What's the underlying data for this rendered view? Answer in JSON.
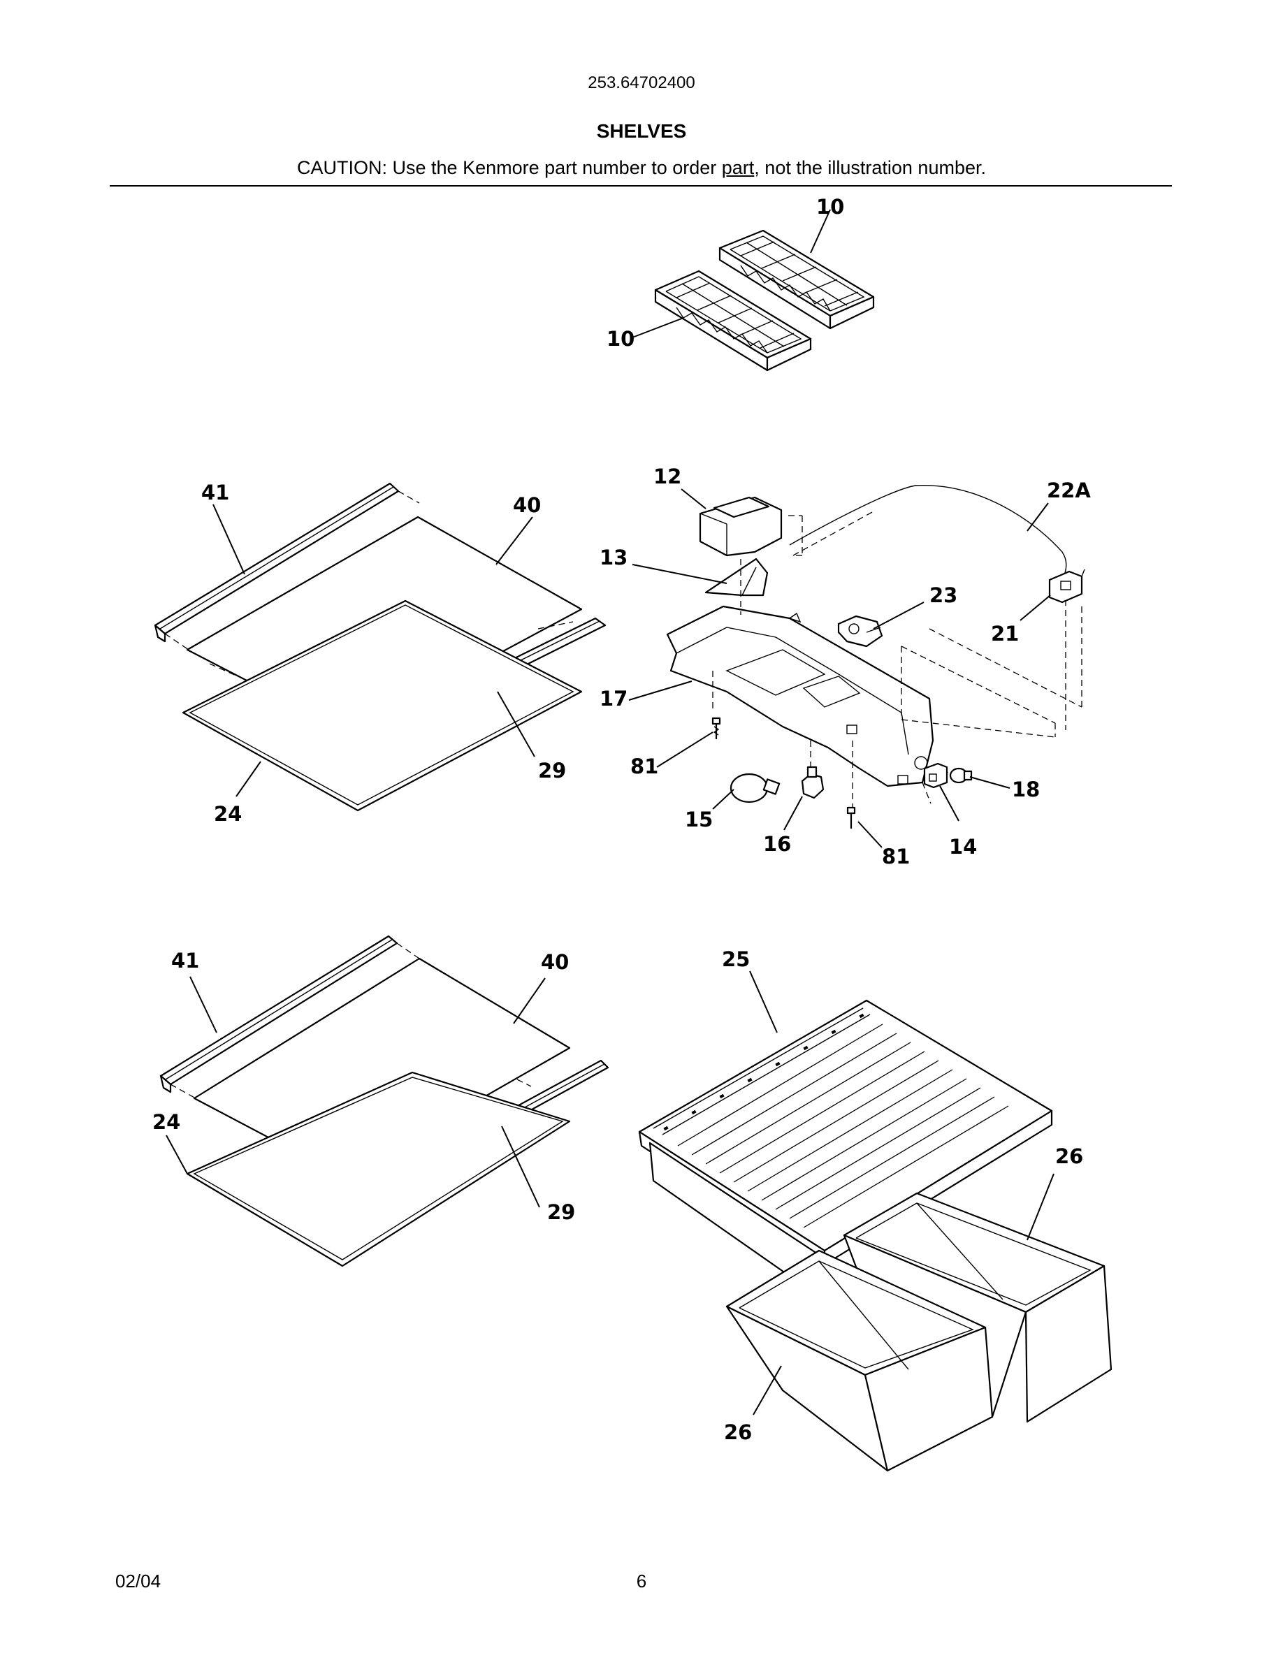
{
  "header": {
    "model_number": "253.64702400",
    "section_title": "SHELVES",
    "caution_before": "CAUTION: Use the Kenmore part number to order ",
    "caution_underlined": "part",
    "caution_after": ", not the illustration number."
  },
  "callouts": {
    "ice_tray_top": "10",
    "ice_tray_bottom": "10",
    "shelf1_trim_back": "41",
    "shelf1_glass": "40",
    "shelf1_trim_front": "29",
    "shelf1_frame": "24",
    "light_cover": "12",
    "deflector": "13",
    "housing": "17",
    "screw_left": "81",
    "bulb": "15",
    "socket": "16",
    "screw_right": "81",
    "switch": "14",
    "plug": "18",
    "harness": "22A",
    "timer": "23",
    "connector": "21",
    "shelf2_trim_back": "41",
    "shelf2_glass": "40",
    "shelf2_frame": "24",
    "shelf2_trim_front": "29",
    "crisper_cover": "25",
    "pan_right": "26",
    "pan_left": "26"
  },
  "footer": {
    "date": "02/04",
    "page_number": "6"
  }
}
